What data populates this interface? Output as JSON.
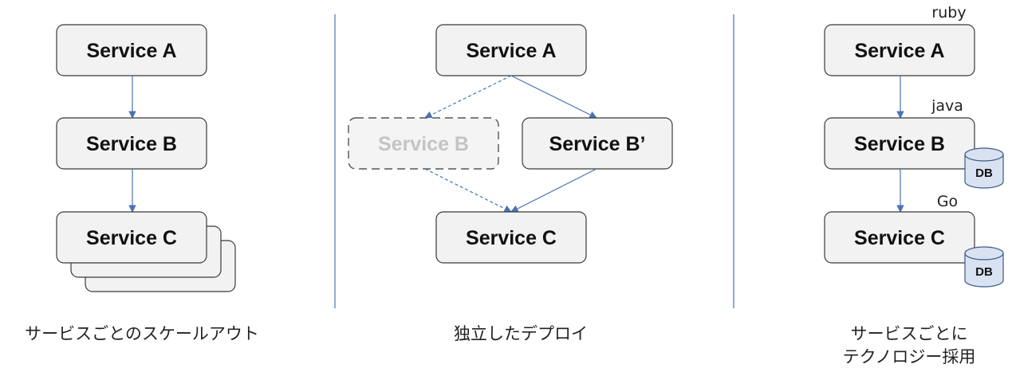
{
  "panels": {
    "scaleout": {
      "service_a": "Service A",
      "service_b": "Service B",
      "service_c": "Service C",
      "caption": "サービスごとのスケールアウト"
    },
    "deploy": {
      "service_a": "Service A",
      "service_b_old": "Service B",
      "service_b_new": "Service B’",
      "service_c": "Service C",
      "caption": "独立したデプロイ"
    },
    "technology": {
      "service_a": "Service A",
      "service_b": "Service B",
      "service_c": "Service C",
      "tech_a": "ruby",
      "tech_b": "java",
      "tech_c": "Go",
      "db_b": "DB",
      "db_c": "DB",
      "caption_line1": "サービスごとに",
      "caption_line2": "テクノロジー採用"
    }
  },
  "colors": {
    "arrow": "#4a72b5",
    "box_fill": "#f2f2f2",
    "db_fill": "#d9e2f1",
    "ghost_text": "#c4c4c4"
  }
}
